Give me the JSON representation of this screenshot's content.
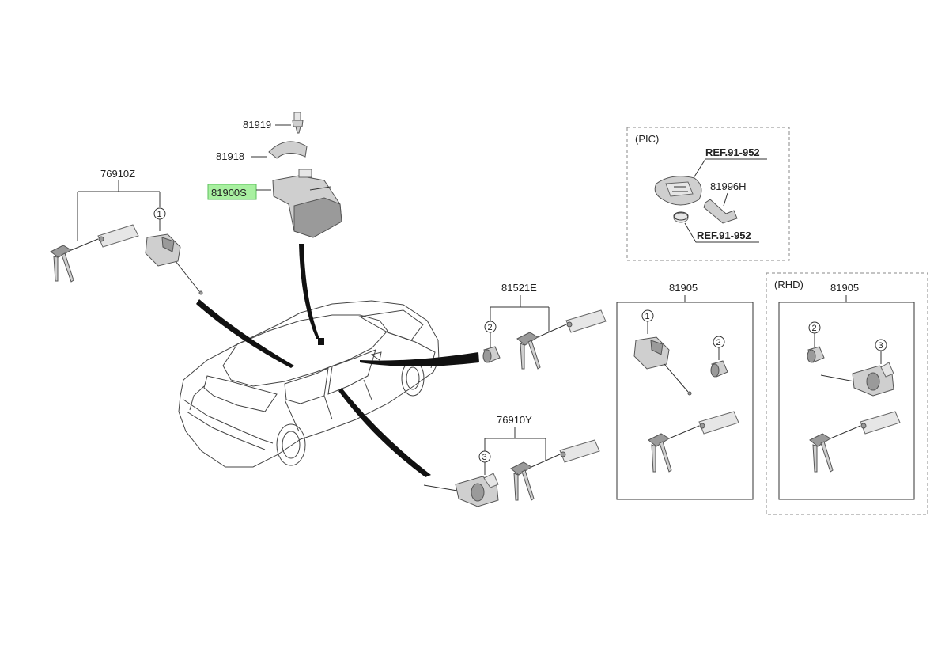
{
  "labels": {
    "p81919": "81919",
    "p81918": "81918",
    "p81900s": "81900S",
    "p76910z": "76910Z",
    "p81521e": "81521E",
    "p76910y": "76910Y",
    "p81905a": "81905",
    "p81905b": "81905",
    "p81996h": "81996H",
    "ref1": "REF.91-952",
    "ref2": "REF.91-952",
    "pic": "(PIC)",
    "rhd": "(RHD)"
  },
  "callouts": {
    "c1": "1",
    "c2": "2",
    "c3": "3"
  },
  "colors": {
    "highlight_fill": "#a8f0a0",
    "highlight_stroke": "#5cbf5c"
  }
}
